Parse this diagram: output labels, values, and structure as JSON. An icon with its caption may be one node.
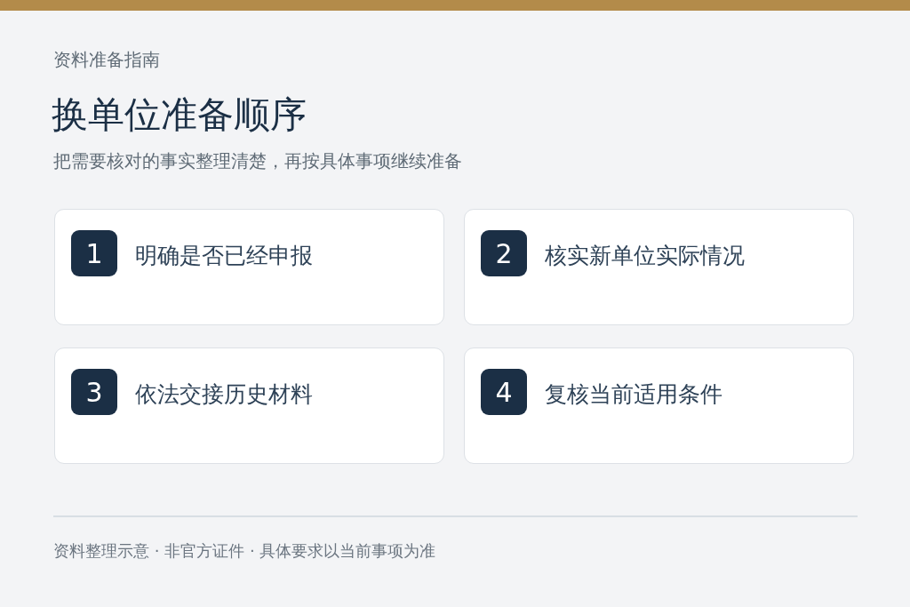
{
  "diagram": {
    "title": "换单位准备顺序",
    "nodes": [
      {
        "text": [
          "明确是否已经申报"
        ]
      },
      {
        "text": [
          "1"
        ],
        "in": 0
      },
      {
        "text": [
          "核实新单位实际情况"
        ]
      },
      {
        "text": [
          "2"
        ],
        "in": 2
      },
      {
        "text": [
          "依法交接历史材料"
        ]
      },
      {
        "text": [
          "3"
        ],
        "in": 4
      },
      {
        "text": [
          "复核当前适用条件"
        ]
      },
      {
        "text": [
          "4"
        ],
        "in": 6
      }
    ],
    "labels": [
      "资料准备指南",
      "把需要核对的事实整理清楚，再按具体事项继续准备",
      "资料整理示意 · 非官方证件 · 具体要求以当前事项为准"
    ]
  }
}
